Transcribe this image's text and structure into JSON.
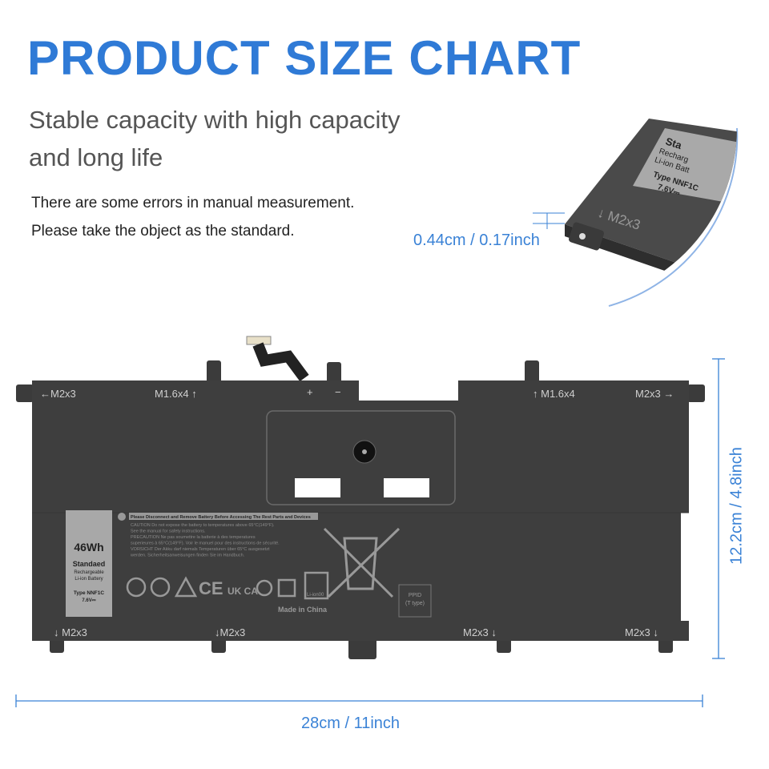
{
  "title": "PRODUCT SIZE CHART",
  "subtitle_lines": [
    "Stable capacity with high capacity",
    "and long life"
  ],
  "notes": [
    "There are some errors in manual measurement.",
    "Please take the object as the standard."
  ],
  "dimensions": {
    "thickness": "0.44cm / 0.17inch",
    "height": "12.2cm / 4.8inch",
    "width": "28cm / 11inch"
  },
  "accent_color": "#2f7ad6",
  "battery": {
    "screw_labels": [
      "←M2x3",
      "M1.6x4 ↑",
      "↑ M1.6x4",
      "M2x3 →",
      "↓ M2x3",
      "↓M2x3",
      "M2x3 ↓",
      "M2x3 ↓"
    ],
    "polarity": [
      "+",
      "−"
    ],
    "label": {
      "capacity": "46Wh",
      "name": "Standaed",
      "line1": "Rechargeable",
      "line2": "Li-ion Battery",
      "type": "Type NNF1C",
      "voltage": "7.6V⎓"
    },
    "warning_header": "Please Disconnect and Remove Battery Before Accessing The Rest Parts and Devices",
    "warnings": [
      "CAUTION Do not expose the battery to temperatures above 65°C(149°F).",
      "See the manual for safety instructions.",
      "PRECAUTION Ne pas soumettre la batterie à des temperatures",
      "superieures à 65°C(149°F). Voir le manuel pour des instructions de sécurité.",
      "VORSICHT Der Akku darf niemals Temperaturen über 65°C ausgesetzt",
      "werden. Sicherheitsanweisungen finden Sie im Handbuch."
    ],
    "cert_marks": [
      "CE",
      "UK CA",
      "Li-ion00"
    ],
    "origin": "Made in China",
    "ppid": "PPID",
    "ppid_sub": "(T type)"
  },
  "inset": {
    "name": "Sta",
    "line1": "Recharg",
    "line2": "Li-ion Batt",
    "type": "Type NNF1C",
    "voltage": "7.6V⎓",
    "screw": "↓  M2x3"
  }
}
